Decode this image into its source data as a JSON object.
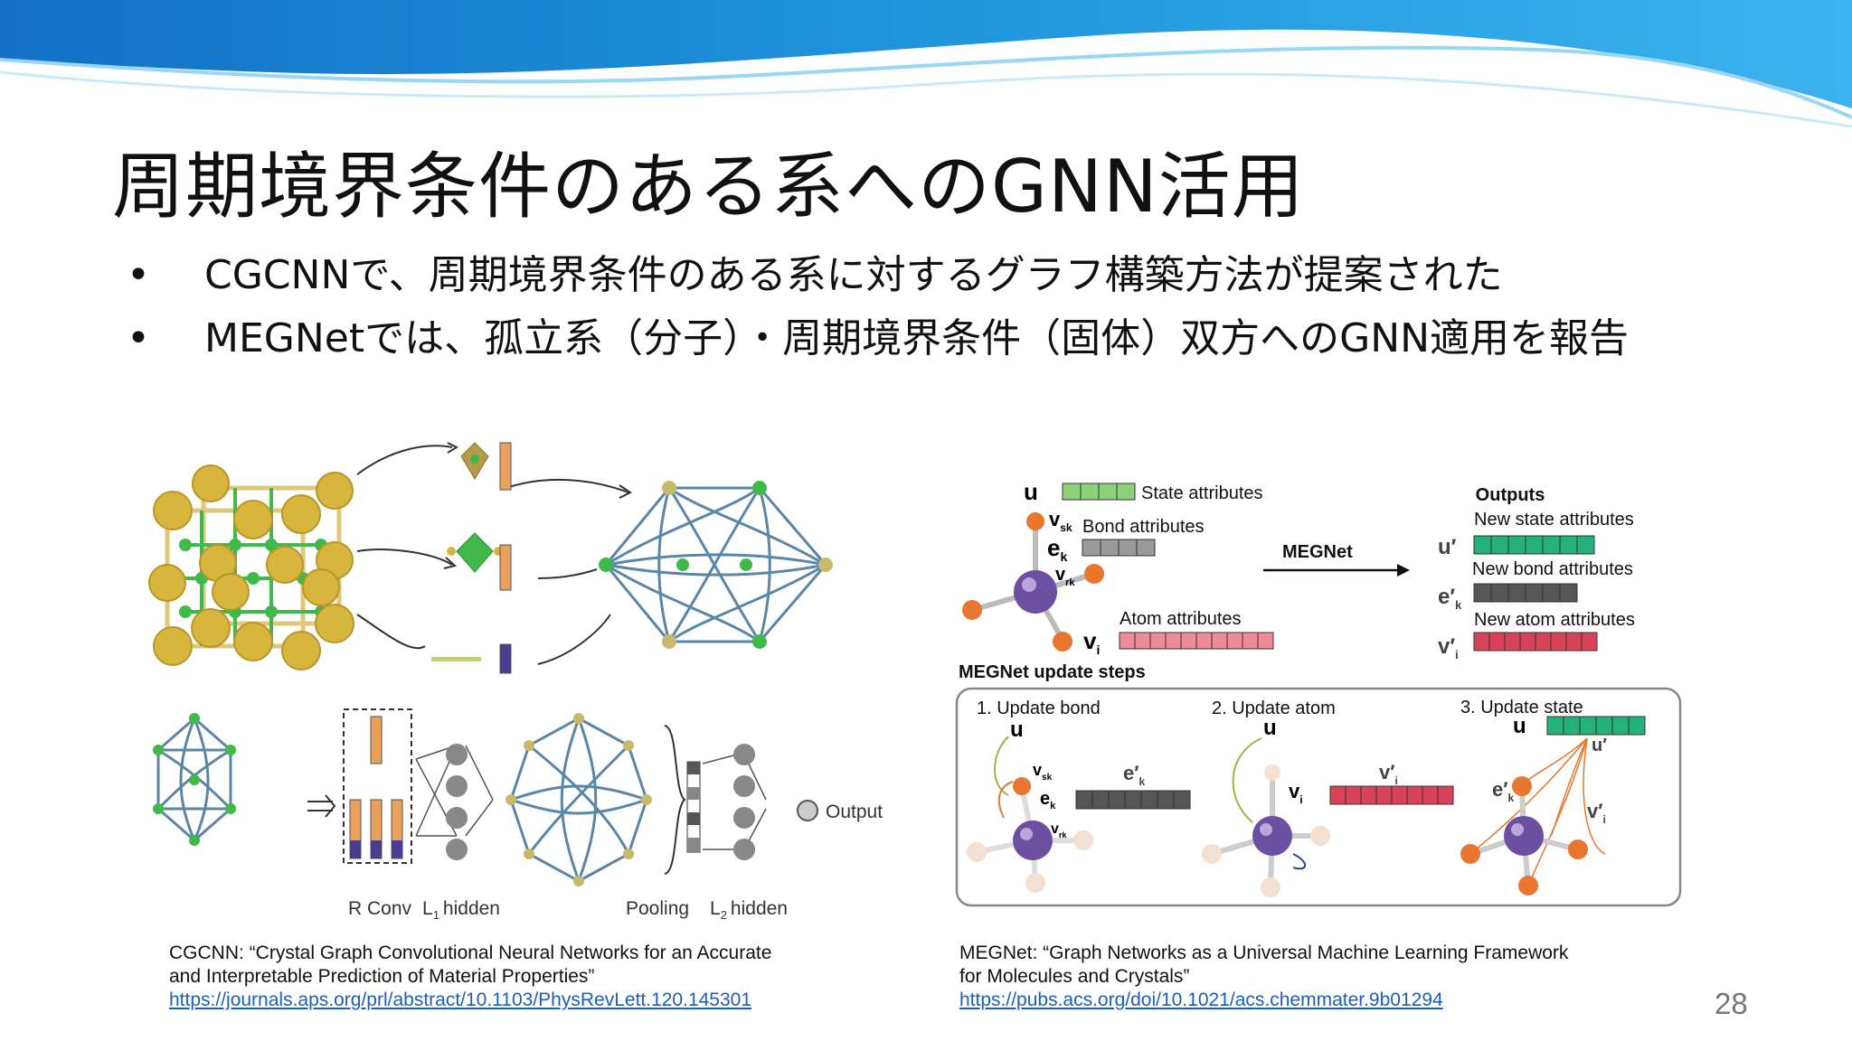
{
  "slide": {
    "title": "周期境界条件のある系へのGNN活用",
    "page_number": "28"
  },
  "bullets": [
    {
      "symbol": "•",
      "text": "CGCNNで、周期境界条件のある系に対するグラフ構築方法が提案された"
    },
    {
      "symbol": "•",
      "text": "MEGNetでは、孤立系（分子）・周期境界条件（固体）双方へのGNN適用を報告"
    }
  ],
  "cgcnn_figure": {
    "labels": {
      "r_conv": "R Conv",
      "l1_hidden": "L",
      "l1_sub": "1",
      "l1_word": "hidden",
      "pooling": "Pooling",
      "l2_hidden": "L",
      "l2_sub": "2",
      "l2_word": "hidden",
      "output": "Output"
    }
  },
  "megnet_figure": {
    "labels": {
      "u": "u",
      "state_attributes": "State attributes",
      "bond_attributes": "Bond attributes",
      "atom_attributes": "Atom attributes",
      "megnet": "MEGNet",
      "outputs": "Outputs",
      "new_state": "New state attributes",
      "new_bond": "New bond attributes",
      "new_atom": "New atom attributes",
      "update_steps": "MEGNet update steps",
      "step1": "1. Update bond",
      "step2": "2. Update atom",
      "step3": "3. Update state",
      "vsk": "v",
      "vsk_sub": "sk",
      "ek": "e",
      "ek_sub": "k",
      "vrk": "v",
      "vrk_sub": "rk",
      "vi": "v",
      "vi_sub": "i",
      "u_prime": "u′",
      "ek_prime": "e′",
      "vi_prime": "v′"
    },
    "colors": {
      "state": "#8fd07a",
      "bond": "#9a9a9a",
      "atom": "#f08a98",
      "new_state": "#22b27a",
      "new_bond": "#555555",
      "new_atom": "#d9435a",
      "central_atom": "#6b4fa0",
      "neighbor_atom": "#e8762e"
    }
  },
  "references": [
    {
      "text_line1": "CGCNN: “Crystal Graph Convolutional Neural Networks for an Accurate",
      "text_line2": "and Interpretable Prediction of Material Properties”",
      "url": "https://journals.aps.org/prl/abstract/10.1103/PhysRevLett.120.145301"
    },
    {
      "text_line1": "MEGNet: “Graph Networks as a Universal Machine Learning Framework",
      "text_line2": "for Molecules and Crystals”",
      "url": "https://pubs.acs.org/doi/10.1021/acs.chemmater.9b01294"
    }
  ],
  "theme": {
    "wave_blue": "#1f8fd6",
    "wave_light": "#8fd2f5",
    "link_color": "#1b5fb8"
  }
}
